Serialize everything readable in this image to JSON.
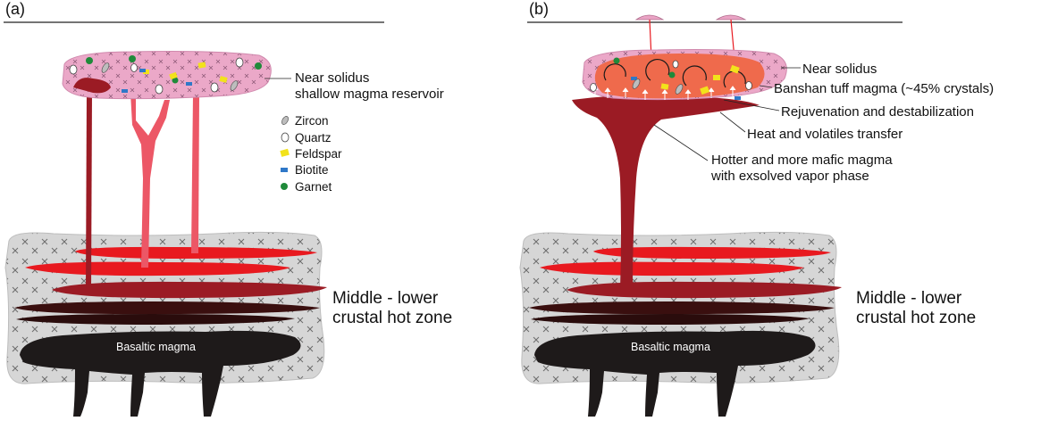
{
  "panels": [
    {
      "tag": "(a)",
      "reservoir_label_1": "Near solidus",
      "reservoir_label_2": "shallow magma reservoir",
      "hot_zone_label_1": "Middle - lower",
      "hot_zone_label_2": "crustal hot zone",
      "basalt_label": "Basaltic magma"
    },
    {
      "tag": "(b)",
      "hot_zone_label_1": "Middle - lower",
      "hot_zone_label_2": "crustal hot zone",
      "basalt_label": "Basaltic magma",
      "annotations": [
        "Near solidus",
        "Banshan tuff magma (~45% crystals)",
        "Rejuvenation and destabilization",
        "Heat and volatiles transfer",
        "Hotter and more mafic magma",
        "with exsolved vapor phase"
      ]
    }
  ],
  "legend": [
    {
      "label": "Zircon",
      "icon": "zircon-icon",
      "color": "#8a8a8a"
    },
    {
      "label": "Quartz",
      "icon": "quartz-icon",
      "color": "#ffffff"
    },
    {
      "label": "Feldspar",
      "icon": "feldspar-icon",
      "color": "#f2e21b"
    },
    {
      "label": "Biotite",
      "icon": "biotite-icon",
      "color": "#2f78c8"
    },
    {
      "label": "Garnet",
      "icon": "garnet-icon",
      "color": "#1f8a3a"
    }
  ],
  "colors": {
    "reservoir": "#e9a3c4",
    "rejuvenated": "#ef6a4c",
    "dike_a": "#ec5766",
    "deep_magma": "#9b1b24",
    "sill_bright": "#e8191f",
    "sill_mid": "#9b1b24",
    "sill_dark": "#3a0f0f",
    "basalt": "#1e1a1a",
    "crust": "#d2d2d2"
  }
}
